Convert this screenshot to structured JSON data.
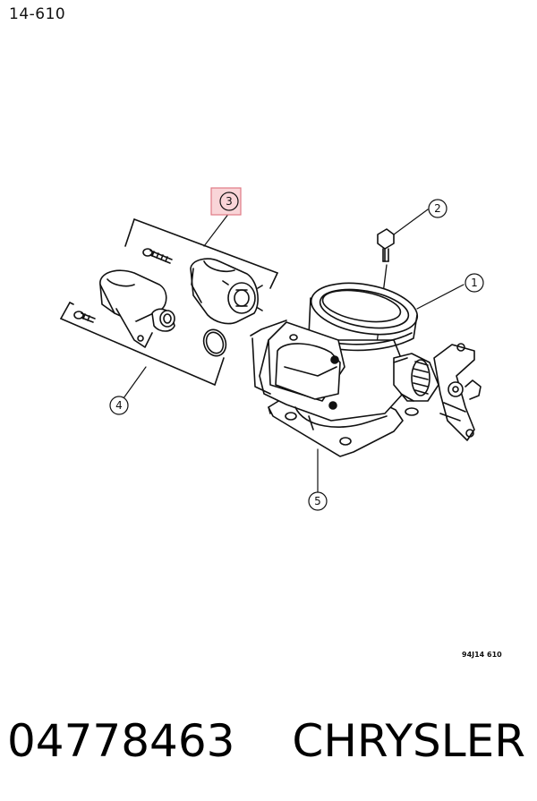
{
  "page_ref": "14-610",
  "drawing_code": "94J14 610",
  "callouts": [
    {
      "number": "1"
    },
    {
      "number": "2"
    },
    {
      "number": "3",
      "highlighted": true
    },
    {
      "number": "4"
    },
    {
      "number": "5"
    }
  ],
  "footer": {
    "part_number": "04778463",
    "brand": "CHRYSLER"
  },
  "colors": {
    "line": "#111111",
    "highlight_fill": "#f9d5d8",
    "highlight_stroke": "#e07a85"
  }
}
